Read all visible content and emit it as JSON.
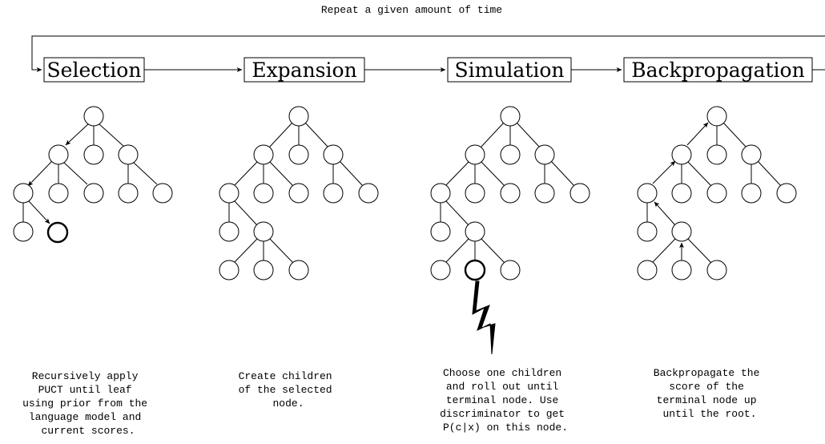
{
  "top_label": "Repeat a given amount of time",
  "stages": [
    {
      "title": "Selection",
      "description": [
        "Recursively apply",
        "PUCT until leaf",
        "using prior from the",
        "language model and",
        "current scores."
      ]
    },
    {
      "title": "Expansion",
      "description": [
        "Create children",
        "of the selected",
        "node."
      ]
    },
    {
      "title": "Simulation",
      "description": [
        "Choose one children",
        "and roll out until",
        "terminal node. Use",
        "discriminator to get",
        "P(c|x) on this node."
      ]
    },
    {
      "title": "Backpropagation",
      "description": [
        "Backpropagate the",
        "score of the",
        "terminal node up",
        "until the root."
      ]
    }
  ]
}
